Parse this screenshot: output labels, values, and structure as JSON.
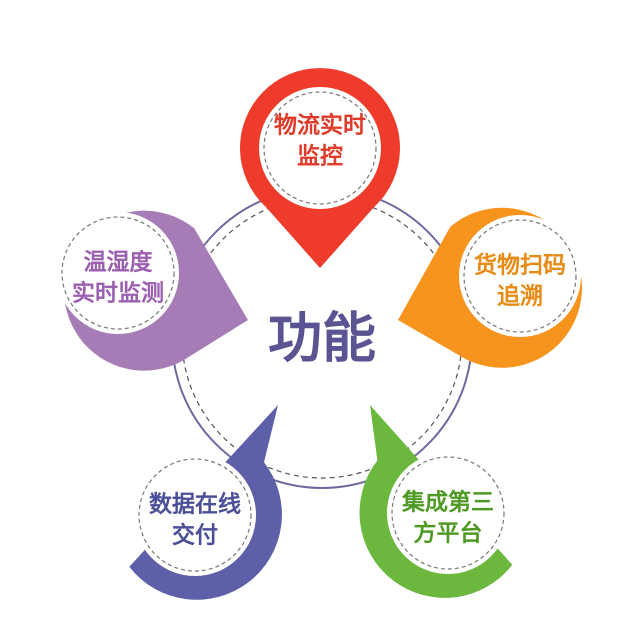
{
  "center": {
    "label": "功能",
    "color": "#5a5493"
  },
  "ring_color": "#6c6a9e",
  "features": [
    {
      "line1": "物流实时",
      "line2": "监控",
      "color": "#ef3b2c",
      "text_color": "#e03a2a"
    },
    {
      "line1": "货物扫码",
      "line2": "追溯",
      "color": "#f6941e",
      "text_color": "#e88b14"
    },
    {
      "line1": "集成第三",
      "line2": "方平台",
      "color": "#6cb73d",
      "text_color": "#4f9a24"
    },
    {
      "line1": "数据在线",
      "line2": "交付",
      "color": "#5d60a8",
      "text_color": "#4b4f98"
    },
    {
      "line1": "温湿度",
      "line2": "实时监测",
      "color": "#a57cb6",
      "text_color": "#9b5fb0"
    }
  ]
}
